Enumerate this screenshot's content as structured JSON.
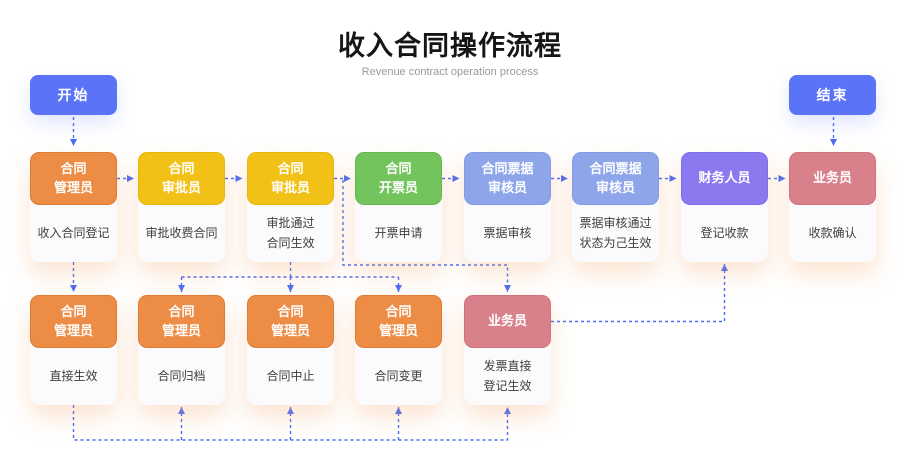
{
  "title": {
    "main": "收入合同操作流程",
    "sub": "Revenue contract operation process"
  },
  "palette": {
    "arrow": "#4a6bf5",
    "terminal": "#5a73f7",
    "orange_bg": "#ec8c45",
    "orange_border": "#dd7c33",
    "yellow_bg": "#f2c117",
    "yellow_border": "#e7b70e",
    "green_bg": "#74c45e",
    "green_border": "#66b850",
    "periwinkle_bg": "#8ea6e9",
    "periwinkle_border": "#829de6",
    "purple_bg": "#8a79ef",
    "purple_border": "#7f6fec",
    "pink_bg": "#d9818a",
    "pink_border": "#d2727d",
    "card_bg": "#fbfbfd",
    "text_dark": "#404040",
    "subtitle_gray": "#9a9a9a"
  },
  "terminals": [
    {
      "label": "开始"
    },
    {
      "label": "结束"
    }
  ],
  "row1": [
    {
      "role": "合同\n管理员",
      "task": "收入合同登记",
      "color": "orange"
    },
    {
      "role": "合同\n审批员",
      "task": "审批收费合同",
      "color": "yellow"
    },
    {
      "role": "合同\n审批员",
      "task": "审批通过\n合同生效",
      "color": "yellow"
    },
    {
      "role": "合同\n开票员",
      "task": "开票申请",
      "color": "green"
    },
    {
      "role": "合同票据\n审核员",
      "task": "票据审核",
      "color": "periwinkle"
    },
    {
      "role": "合同票据\n审核员",
      "task": "票据审核通过\n状态为己生效",
      "color": "periwinkle"
    },
    {
      "role": "财务人员",
      "task": "登记收款",
      "color": "purple"
    },
    {
      "role": "业务员",
      "task": "收款确认",
      "color": "pink"
    }
  ],
  "row2": [
    {
      "role": "合同\n管理员",
      "task": "直接生效",
      "color": "orange"
    },
    {
      "role": "合同\n管理员",
      "task": "合同归档",
      "color": "orange"
    },
    {
      "role": "合同\n管理员",
      "task": "合同中止",
      "color": "orange"
    },
    {
      "role": "合同\n管理员",
      "task": "合同变更",
      "color": "orange"
    },
    {
      "role": "业务员",
      "task": "发票直接\n登记生效",
      "color": "pink"
    }
  ]
}
